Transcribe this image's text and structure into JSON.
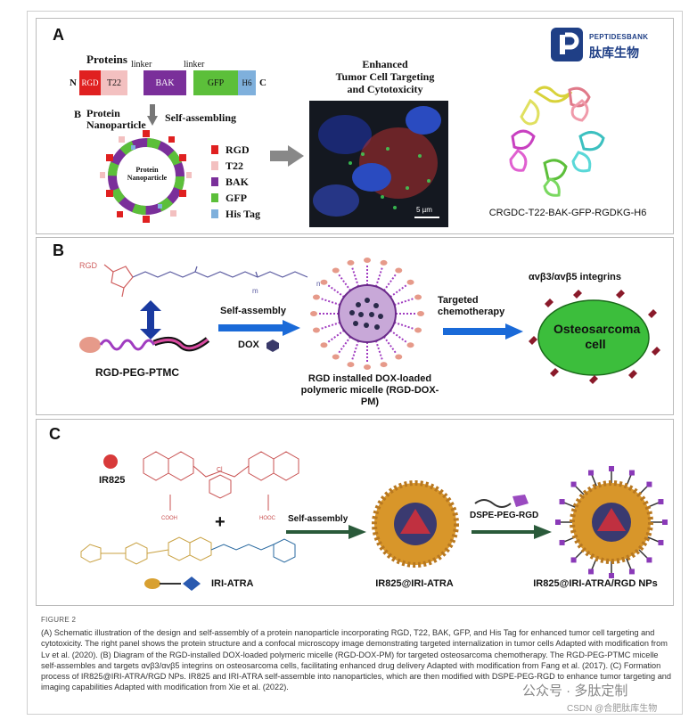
{
  "panel_a": {
    "label": "A",
    "proteins_title": "Proteins",
    "linker1": "linker",
    "linker2": "linker",
    "n_term": "N",
    "c_term": "C",
    "segments": [
      {
        "label": "RGD",
        "color": "#e02020"
      },
      {
        "label": "T22",
        "color": "#f3c0c0"
      },
      {
        "label": "BAK",
        "color": "#7a2f9a"
      },
      {
        "label": "GFP",
        "color": "#5cbf3a"
      },
      {
        "label": "H6",
        "color": "#7fb0dc"
      }
    ],
    "sub_b": "B",
    "protein_np_title": "Protein\nNanoparticle",
    "self_assembling": "Self-assembling",
    "ring_center": "Protein\nNanoparticle",
    "legend": [
      {
        "label": "RGD",
        "color": "#e02020"
      },
      {
        "label": "T22",
        "color": "#f3c0c0"
      },
      {
        "label": "BAK",
        "color": "#7a2f9a"
      },
      {
        "label": "GFP",
        "color": "#5cbf3a"
      },
      {
        "label": "His Tag",
        "color": "#7fb0dc"
      }
    ],
    "micro_title": "Enhanced\nTumor Cell Targeting\nand Cytotoxicity",
    "scale_bar": "5 µm",
    "logo_name": "PEPTIDESBANK",
    "logo_cn": "肽库生物",
    "structure_caption": "CRGDC-T22-BAK-GFP-RGDKG-H6"
  },
  "panel_b": {
    "label": "B",
    "rgd_prefix": "RGD",
    "sub_m": "m",
    "sub_n": "n",
    "polymer_name": "RGD-PEG-PTMC",
    "self_assembly": "Self-assembly",
    "dox": "DOX",
    "micelle_caption": "RGD installed DOX-loaded\npolymeric micelle (RGD-DOX-PM)",
    "targeted": "Targeted\nchemotherapy",
    "integrins": "αvβ3/αvβ5 integrins",
    "cell_label": "Osteosarcoma\ncell"
  },
  "panel_c": {
    "label": "C",
    "ir825": "IR825",
    "plus": "+",
    "iri_atra": "IRI-ATRA",
    "self_assembly": "Self-assembly",
    "np1": "IR825@IRI-ATRA",
    "dspe": "DSPE-PEG-RGD",
    "np2": "IR825@IRI-ATRA/RGD NPs",
    "cooh1": "COOH",
    "cooh2": "HOOC",
    "cl": "Cl"
  },
  "caption": {
    "figno": "FIGURE 2",
    "text": "(A) Schematic illustration of the design and self-assembly of a protein nanoparticle incorporating RGD, T22, BAK, GFP, and His Tag for enhanced tumor cell targeting and cytotoxicity. The right panel shows the protein structure and a confocal microscopy image demonstrating targeted internalization in tumor cells Adapted with modification from Lv et al. (2020). (B) Diagram of the RGD-installed DOX-loaded polymeric micelle (RGD-DOX-PM) for targeted osteosarcoma chemotherapy. The RGD-PEG-PTMC micelle self-assembles and targets αvβ3/αvβ5 integrins on osteosarcoma cells, facilitating enhanced drug delivery Adapted with modification from Fang et al. (2017). (C) Formation process of IR825@IRI-ATRA/RGD NPs. IR825 and IRI-ATRA self-assemble into nanoparticles, which are then modified with DSPE-PEG-RGD to enhance tumor targeting and imaging capabilities Adapted with modification from Xie et al. (2022)."
  },
  "watermark": {
    "wechat": "公众号 · 多肽定制",
    "csdn": "CSDN @合肥肽库生物"
  }
}
